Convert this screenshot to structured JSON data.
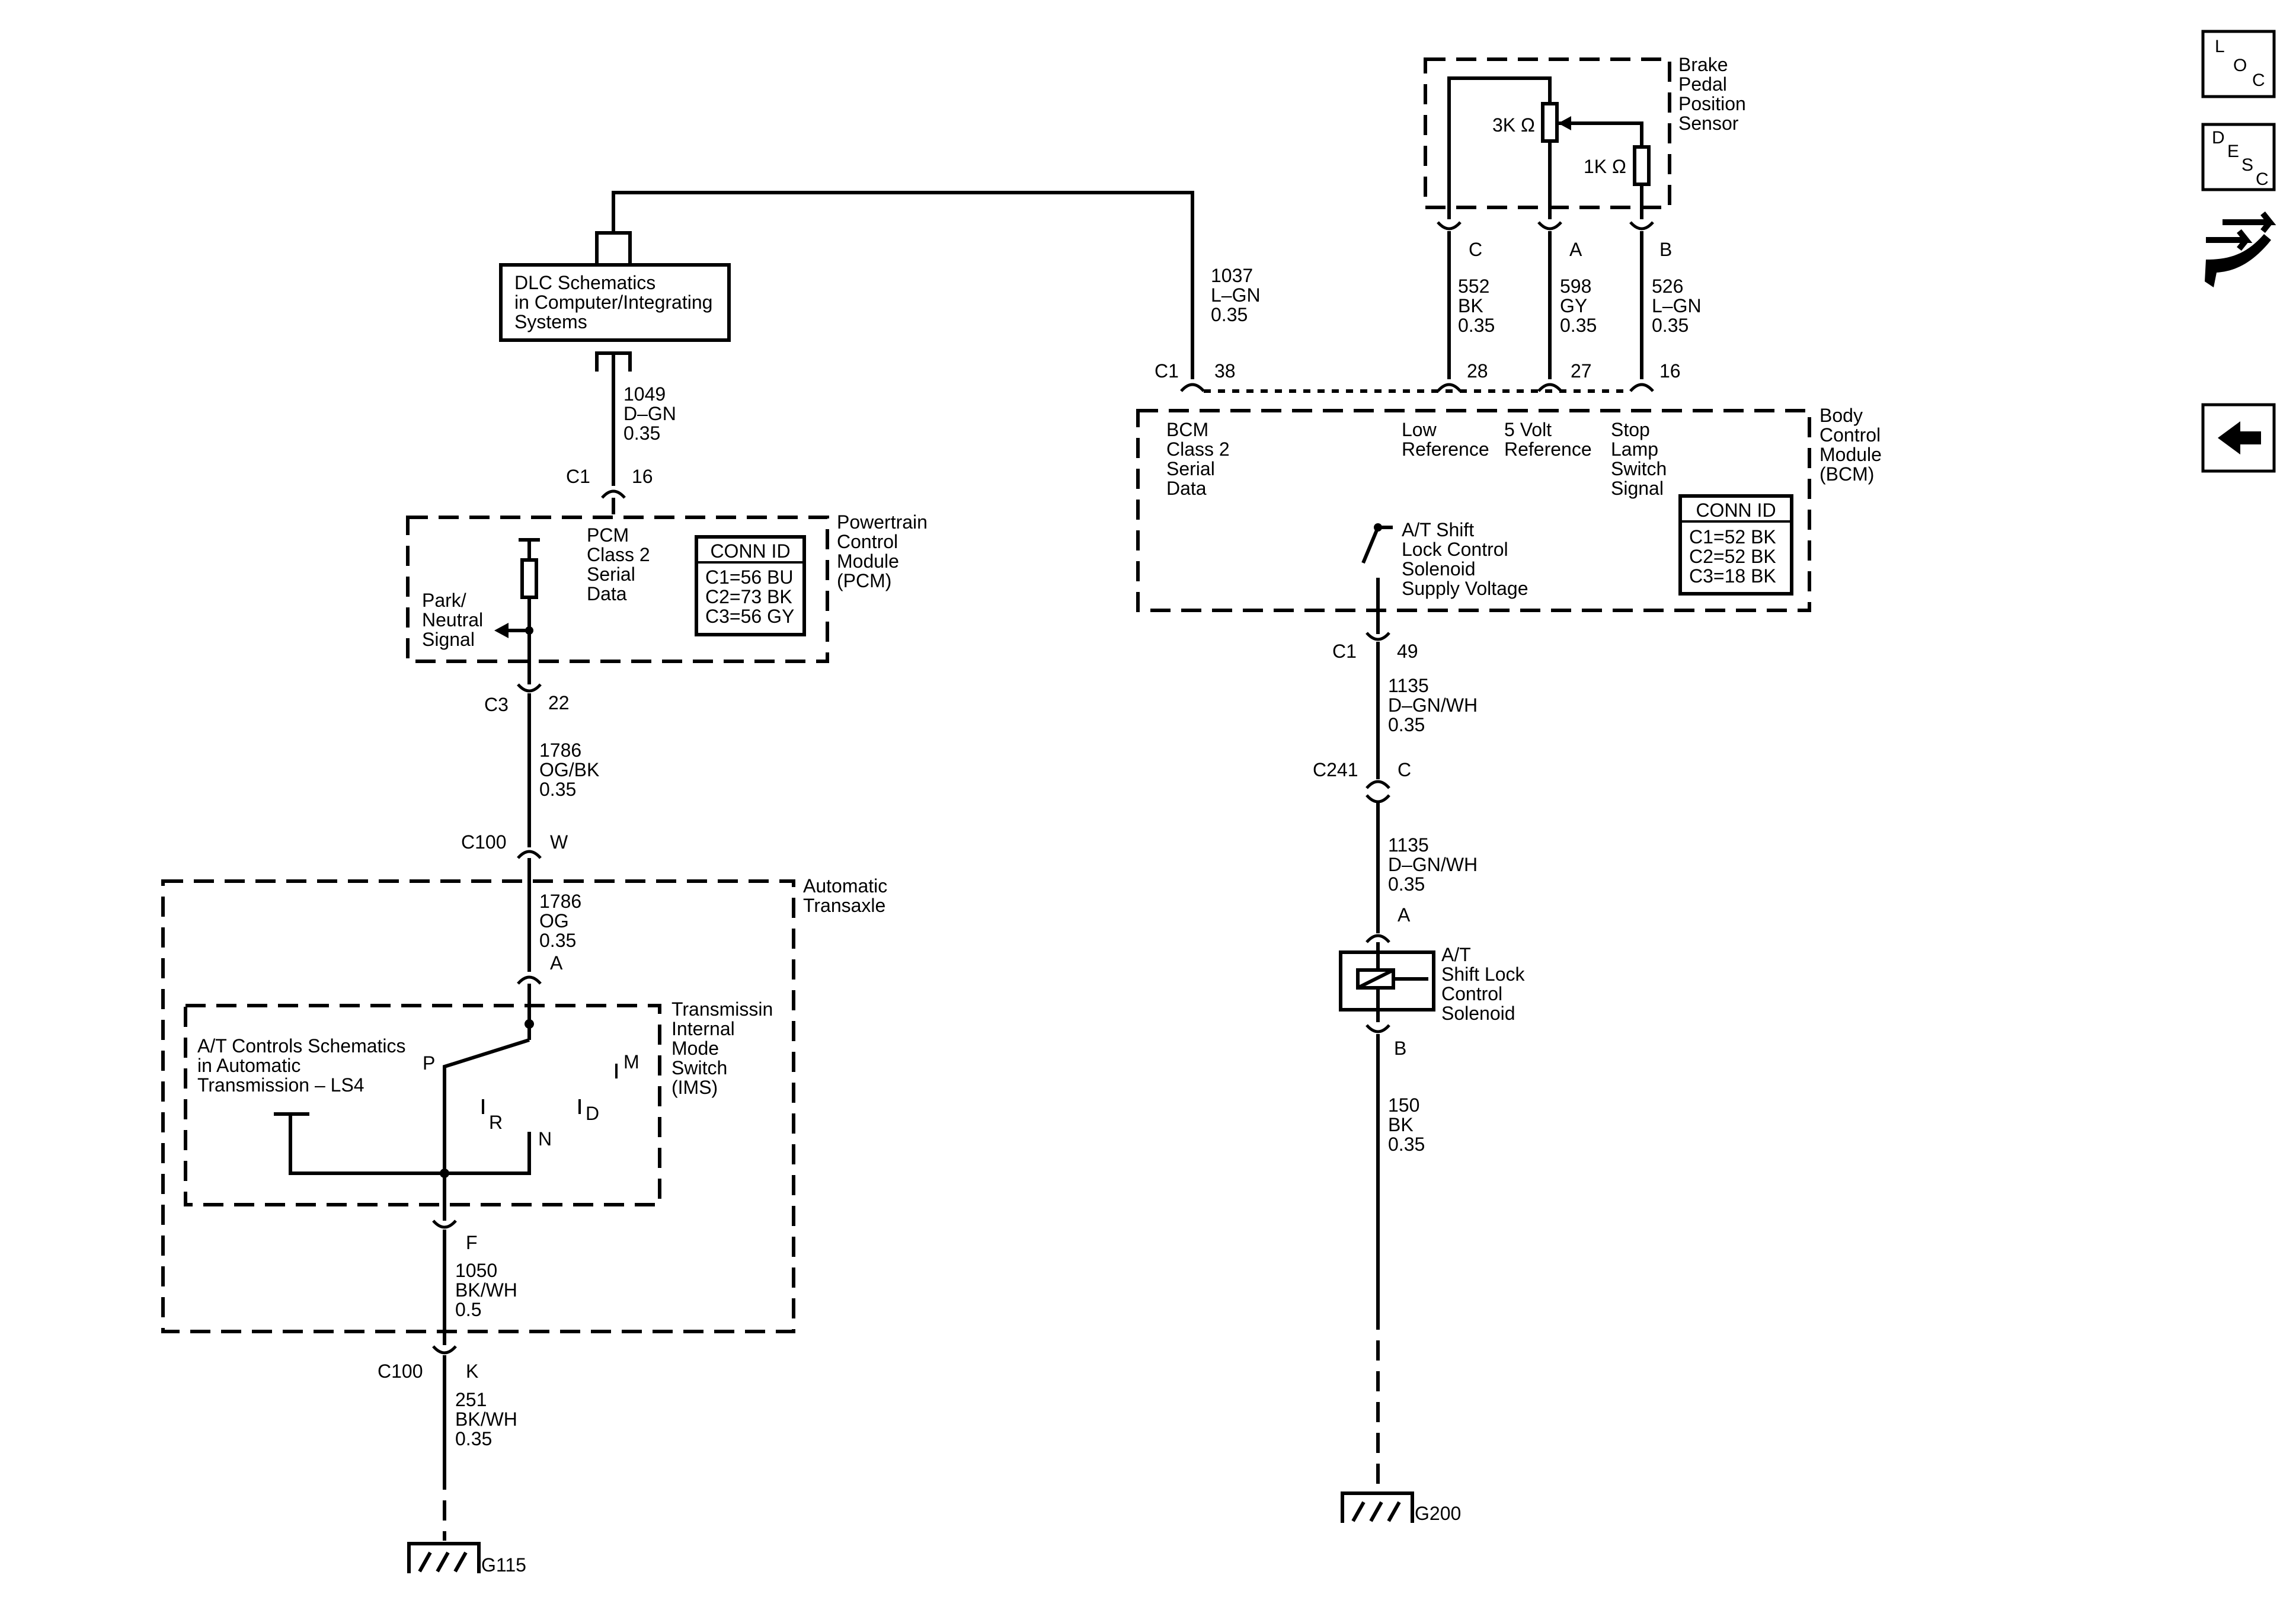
{
  "nav": {
    "loc_icon": [
      "L",
      "O",
      "C"
    ],
    "desc_icon": [
      "D",
      "E",
      "S",
      "C"
    ],
    "connector_icon": "connector-tool-icon",
    "back_icon": "back-arrow-icon"
  },
  "dlc": {
    "lines": [
      "DLC Schematics",
      "in Computer/Integrating",
      "Systems"
    ]
  },
  "pcm": {
    "module_lines": [
      "Powertrain",
      "Control",
      "Module",
      "(PCM)"
    ],
    "signal_lines": [
      "PCM",
      "Class 2",
      "Serial",
      "Data"
    ],
    "park_lines": [
      "Park/",
      "Neutral",
      "Signal"
    ],
    "conn_title": "CONN ID",
    "conn_rows": [
      "C1=56 BU",
      "C2=73 BK",
      "C3=56 GY"
    ]
  },
  "bcm": {
    "module_lines": [
      "Body",
      "Control",
      "Module",
      "(BCM)"
    ],
    "class2_lines": [
      "BCM",
      "Class 2",
      "Serial",
      "Data"
    ],
    "low_ref_lines": [
      "Low",
      "Reference"
    ],
    "volt_ref_lines": [
      "5 Volt",
      "Reference"
    ],
    "stop_lamp_lines": [
      "Stop",
      "Lamp",
      "Switch",
      "Signal"
    ],
    "shift_lock_lines": [
      "A/T Shift",
      "Lock Control",
      "Solenoid",
      "Supply Voltage"
    ],
    "conn_title": "CONN ID",
    "conn_rows": [
      "C1=52 BK",
      "C2=52 BK",
      "C3=18 BK"
    ]
  },
  "brake_sensor": {
    "lines": [
      "Brake",
      "Pedal",
      "Position",
      "Sensor"
    ],
    "r1": "3K Ω",
    "r2": "1K Ω",
    "pin_c": "C",
    "pin_a": "A",
    "pin_b": "B"
  },
  "transaxle": {
    "lines": [
      "Automatic",
      "Transaxle"
    ]
  },
  "ims": {
    "lines": [
      "Transmissin",
      "Internal",
      "Mode",
      "Switch",
      "(IMS)"
    ],
    "at_controls_lines": [
      "A/T Controls Schematics",
      "in Automatic",
      "Transmission – LS4"
    ],
    "pos_p": "P",
    "pos_r": "R",
    "pos_n": "N",
    "pos_d": "D",
    "pos_m": "M"
  },
  "solenoid": {
    "lines": [
      "A/T",
      "Shift Lock",
      "Control",
      "Solenoid"
    ]
  },
  "wires": {
    "w1049": [
      "1049",
      "D–GN",
      "0.35"
    ],
    "w1037": [
      "1037",
      "L–GN",
      "0.35"
    ],
    "w552": [
      "552",
      "BK",
      "0.35"
    ],
    "w598": [
      "598",
      "GY",
      "0.35"
    ],
    "w526": [
      "526",
      "L–GN",
      "0.35"
    ],
    "w1786a": [
      "1786",
      "OG/BK",
      "0.35"
    ],
    "w1786b": [
      "1786",
      "OG",
      "0.35"
    ],
    "w1050": [
      "1050",
      "BK/WH",
      "0.5"
    ],
    "w251": [
      "251",
      "BK/WH",
      "0.35"
    ],
    "w1135a": [
      "1135",
      "D–GN/WH",
      "0.35"
    ],
    "w1135b": [
      "1135",
      "D–GN/WH",
      "0.35"
    ],
    "w150": [
      "150",
      "BK",
      "0.35"
    ]
  },
  "connectors": {
    "pcm_c1": "C1",
    "pcm_c1_pin": "16",
    "pcm_c3": "C3",
    "pcm_c3_pin": "22",
    "c100_top": "C100",
    "c100_top_pin": "W",
    "ims_a": "A",
    "ims_f": "F",
    "c100_bot": "C100",
    "c100_bot_pin": "K",
    "bcm_c1": "C1",
    "bcm_pin_38": "38",
    "bcm_pin_28": "28",
    "bcm_pin_27": "27",
    "bcm_pin_16": "16",
    "bcm_c1_out": "C1",
    "bcm_pin_49": "49",
    "c241": "C241",
    "c241_pin": "C",
    "sol_a": "A",
    "sol_b": "B"
  },
  "grounds": {
    "g115": "G115",
    "g200": "G200"
  }
}
